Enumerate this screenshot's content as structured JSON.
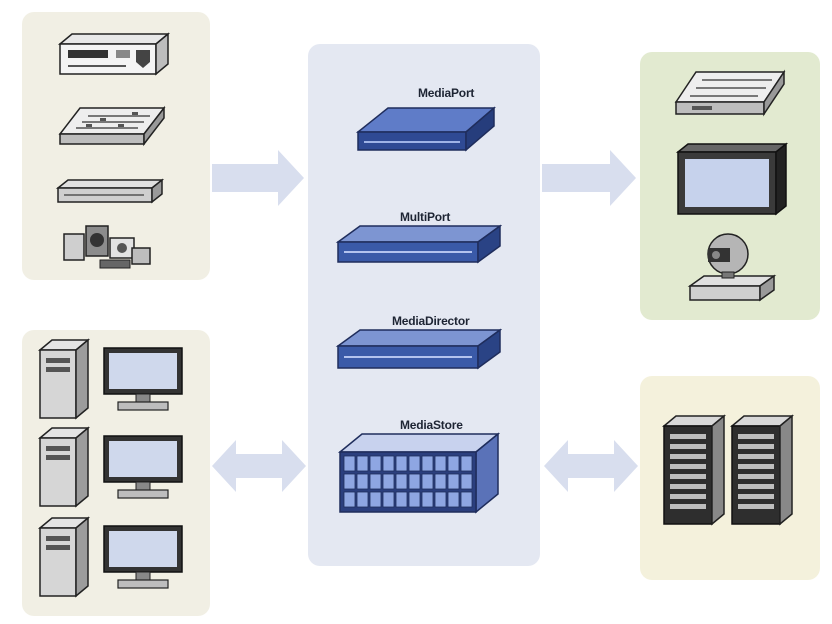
{
  "hub": {
    "nodes": [
      {
        "label": "MediaPort"
      },
      {
        "label": "MultiPort"
      },
      {
        "label": "MediaDirector"
      },
      {
        "label": "MediaStore"
      }
    ]
  },
  "colors": {
    "hub_bg": "#e4e8f2",
    "left_panel_bg": "#f1efe4",
    "output_panel_bg": "#e2ead0",
    "server_panel_bg": "#f4f1dc",
    "arrow": "#d6dced",
    "device_blue": "#3a5aa8"
  },
  "icons": {
    "input_sources": [
      "vcr-deck-icon",
      "switcher-keyboard-icon",
      "rack-unit-icon",
      "camera-equipment-icon"
    ],
    "workstations": [
      "tower-pc-icon",
      "lcd-monitor-icon"
    ],
    "outputs": [
      "control-panel-icon",
      "display-monitor-icon",
      "robotic-camera-icon"
    ],
    "servers": [
      "server-tower-icon",
      "server-tower-icon"
    ]
  }
}
